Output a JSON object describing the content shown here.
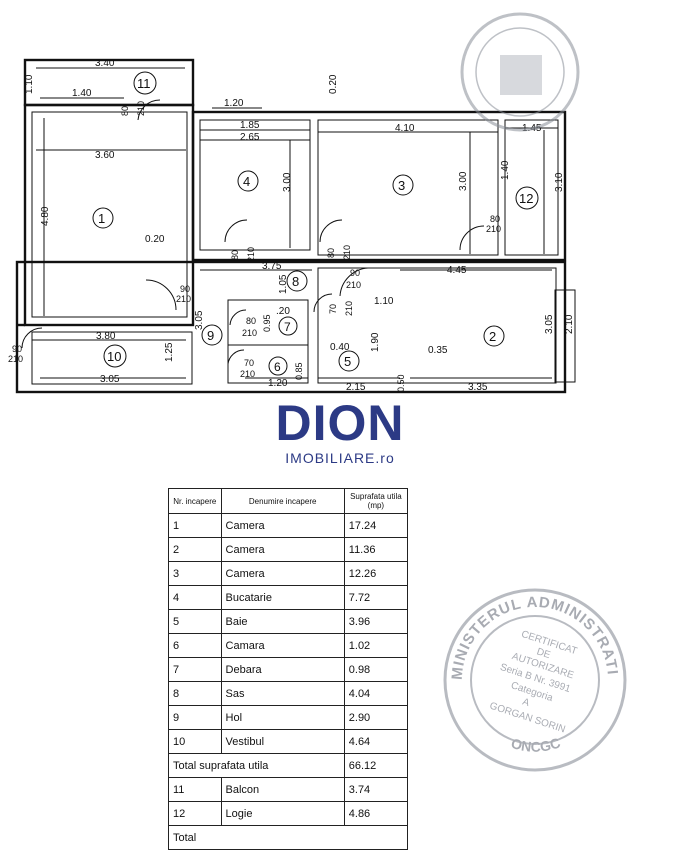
{
  "plan": {
    "dims": {
      "d_340": "3.40",
      "d_110": "1.10",
      "d_140": "1.40",
      "d_360": "3.60",
      "d_480": "4.80",
      "d_020a": "0.20",
      "d_020b": "0.20",
      "d_120a": "1.20",
      "d_185": "1.85",
      "d_265": "2.65",
      "d_300a": "3.00",
      "d_410": "4.10",
      "d_300b": "3.00",
      "d_145": "1.45",
      "d_140b": "1.40",
      "d_310": "3.10",
      "d_375": "3.75",
      "d_445": "4.45",
      "d_105": "1.05",
      "d_110b": "1.10",
      "d_305a": "3.05",
      "d_380": "3.80",
      "d_125": "1.25",
      "d_305b": "3.05",
      "d_120b": "1.20",
      "d_120c": ".20",
      "d_095": "0.95",
      "d_085": "0.85",
      "d_040": "0.40",
      "d_190": "1.90",
      "d_035": "0.35",
      "d_215": "2.15",
      "d_050": "0.50",
      "d_335": "3.35",
      "d_305c": "3.05",
      "d_210": "2.10"
    },
    "doors": {
      "d11_w": "80",
      "d11_h": "210",
      "d4_w": "80",
      "d4_h": "210",
      "d3_w": "80",
      "d3_h": "210",
      "d12_w": "80",
      "d12_h": "210",
      "d1_w": "90",
      "d1_h": "210",
      "d2_w": "90",
      "d2_h": "210",
      "d10_w": "90",
      "d10_h": "210",
      "d7_w": "80",
      "d7_h": "210",
      "d5_w": "70",
      "d5_h": "210",
      "d6_w": "70",
      "d6_h": "210"
    },
    "rooms": {
      "r1": "1",
      "r2": "2",
      "r3": "3",
      "r4": "4",
      "r5": "5",
      "r6": "6",
      "r7": "7",
      "r8": "8",
      "r9": "9",
      "r10": "10",
      "r11": "11",
      "r12": "12"
    }
  },
  "logo": {
    "main": "DION",
    "sub": "IMOBILIARE.ro"
  },
  "table": {
    "headers": {
      "nr": "Nr. incapere",
      "name": "Denumire incapere",
      "area": "Suprafata utila (mp)"
    },
    "rows": [
      {
        "nr": "1",
        "name": "Camera",
        "area": "17.24"
      },
      {
        "nr": "2",
        "name": "Camera",
        "area": "11.36"
      },
      {
        "nr": "3",
        "name": "Camera",
        "area": "12.26"
      },
      {
        "nr": "4",
        "name": "Bucatarie",
        "area": "7.72"
      },
      {
        "nr": "5",
        "name": "Baie",
        "area": "3.96"
      },
      {
        "nr": "6",
        "name": "Camara",
        "area": "1.02"
      },
      {
        "nr": "7",
        "name": "Debara",
        "area": "0.98"
      },
      {
        "nr": "8",
        "name": "Sas",
        "area": "4.04"
      },
      {
        "nr": "9",
        "name": "Hol",
        "area": "2.90"
      },
      {
        "nr": "10",
        "name": "Vestibul",
        "area": "4.64"
      }
    ],
    "total_label": "Total suprafata utila",
    "total_value": "66.12",
    "extra_rows": [
      {
        "nr": "11",
        "name": "Balcon",
        "area": "3.74"
      },
      {
        "nr": "12",
        "name": "Logie",
        "area": "4.86"
      }
    ],
    "cut_row_label": "Total"
  },
  "stamp": {
    "ring": "MINISTERUL ADMINISTRATIEI PUBLICE",
    "bottom": "ONCGC",
    "line1": "CERTIFICAT",
    "line2": "DE",
    "line3": "AUTORIZARE",
    "line4": "Seria B Nr. 3991",
    "line5": "Categoria",
    "line6": "A",
    "line7": "GORGAN SORIN"
  },
  "colors": {
    "brand": "#2c3a85",
    "stamp": "#8a8f99",
    "ink": "#111111"
  }
}
